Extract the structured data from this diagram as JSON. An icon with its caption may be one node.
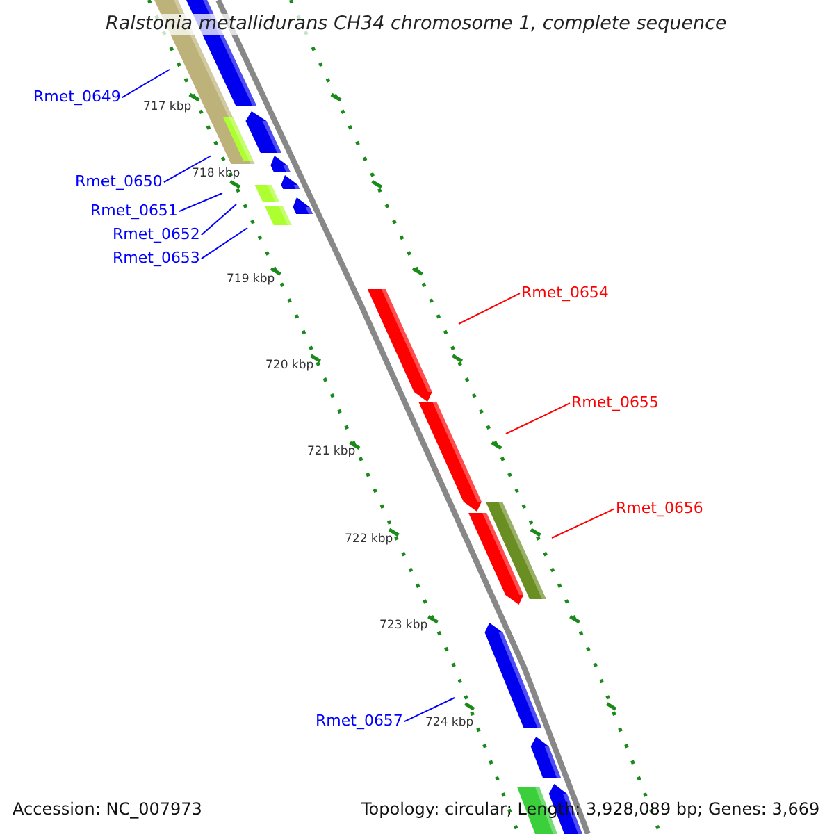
{
  "diagram": {
    "title": "Ralstonia metallidurans CH34 chromosome 1, complete sequence",
    "nodes": [
      {
        "text": [
          "Rmet_0649"
        ]
      },
      {
        "text": [
          "Rmet_0650"
        ]
      },
      {
        "text": [
          "Rmet_0651"
        ]
      },
      {
        "text": [
          "Rmet_0652"
        ]
      },
      {
        "text": [
          "Rmet_0653"
        ]
      },
      {
        "text": [
          "Rmet_0654"
        ]
      },
      {
        "text": [
          "Rmet_0655"
        ]
      },
      {
        "text": [
          "Rmet_0656"
        ]
      },
      {
        "text": [
          "Rmet_0657"
        ]
      }
    ],
    "edges": [
      {
        "from": 0,
        "to": null,
        "arrow": "none"
      },
      {
        "from": 1,
        "to": null,
        "arrow": "none"
      },
      {
        "from": 2,
        "to": null,
        "arrow": "none"
      },
      {
        "from": 3,
        "to": null,
        "arrow": "none"
      },
      {
        "from": 4,
        "to": null,
        "arrow": "none"
      },
      {
        "from": 5,
        "to": null,
        "arrow": "none",
        "color": "#ff0000"
      },
      {
        "from": 6,
        "to": null,
        "arrow": "none",
        "color": "#ff0000"
      },
      {
        "from": 7,
        "to": null,
        "arrow": "none",
        "color": "#ff0000"
      },
      {
        "from": 8,
        "to": null,
        "arrow": "none"
      }
    ],
    "labels": [
      "717 kbp",
      "718 kbp",
      "719 kbp",
      "720 kbp",
      "721 kbp",
      "722 kbp",
      "723 kbp",
      "724 kbp",
      "Accession: NC_007973",
      "Topology: circular; Length: 3,928,089 bp; Genes: 3,669"
    ]
  }
}
